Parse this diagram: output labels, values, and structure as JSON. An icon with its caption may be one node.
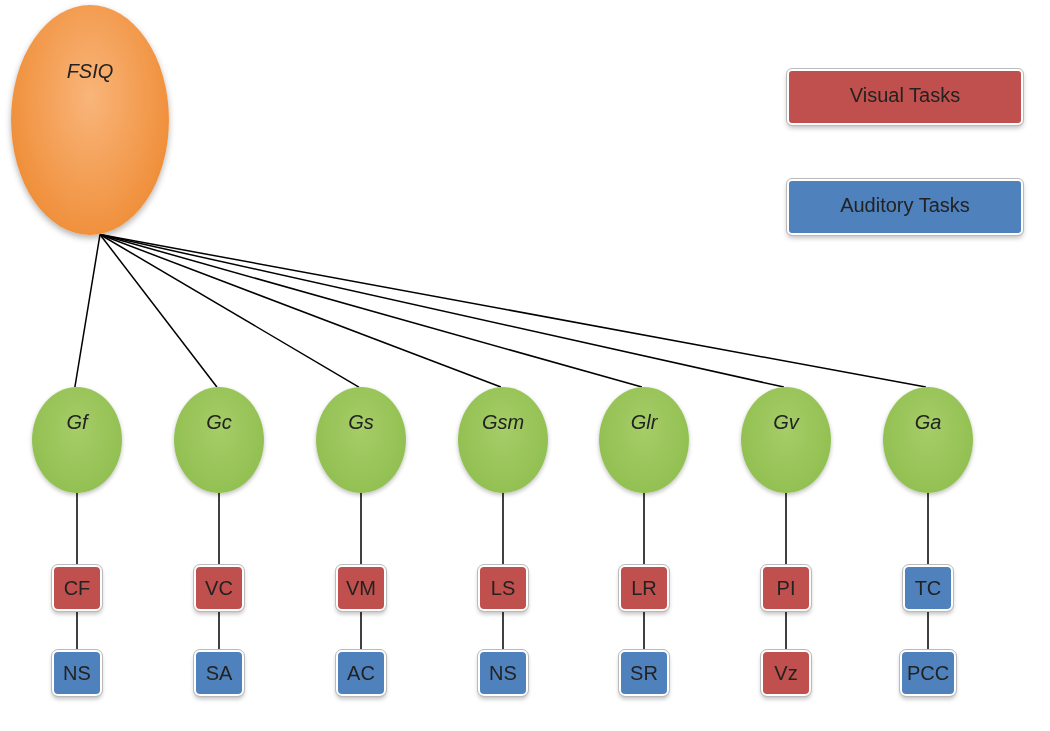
{
  "diagram": {
    "nodes": [
      {
        "text": [
          "FSIQ"
        ]
      },
      {
        "text": [
          "Gf"
        ]
      },
      {
        "text": [
          "Gc"
        ]
      },
      {
        "text": [
          "Gs"
        ]
      },
      {
        "text": [
          "Gsm"
        ]
      },
      {
        "text": [
          "Glr"
        ]
      },
      {
        "text": [
          "Gv"
        ]
      },
      {
        "text": [
          "Ga"
        ]
      },
      {
        "text": [
          "CF"
        ]
      },
      {
        "text": [
          "VC"
        ]
      },
      {
        "text": [
          "VM"
        ]
      },
      {
        "text": [
          "LS"
        ]
      },
      {
        "text": [
          "LR"
        ]
      },
      {
        "text": [
          "PI"
        ]
      },
      {
        "text": [
          "TC"
        ]
      },
      {
        "text": [
          "NS"
        ]
      },
      {
        "text": [
          "SA"
        ]
      },
      {
        "text": [
          "AC"
        ]
      },
      {
        "text": [
          "NS"
        ]
      },
      {
        "text": [
          "SR"
        ]
      },
      {
        "text": [
          "Vz"
        ]
      },
      {
        "text": [
          "PCC"
        ]
      }
    ],
    "edges": [
      {
        "from": 0,
        "to": 1,
        "arrow": "none"
      },
      {
        "from": 0,
        "to": 2,
        "arrow": "none"
      },
      {
        "from": 0,
        "to": 3,
        "arrow": "none"
      },
      {
        "from": 0,
        "to": 4,
        "arrow": "none"
      },
      {
        "from": 0,
        "to": 5,
        "arrow": "none"
      },
      {
        "from": 0,
        "to": 6,
        "arrow": "none"
      },
      {
        "from": 0,
        "to": 7,
        "arrow": "none"
      },
      {
        "from": 1,
        "to": 8,
        "arrow": "none"
      },
      {
        "from": 2,
        "to": 9,
        "arrow": "none"
      },
      {
        "from": 3,
        "to": 10,
        "arrow": "none"
      },
      {
        "from": 4,
        "to": 11,
        "arrow": "none"
      },
      {
        "from": 5,
        "to": 12,
        "arrow": "none"
      },
      {
        "from": 6,
        "to": 13,
        "arrow": "none"
      },
      {
        "from": 7,
        "to": 14,
        "arrow": "none"
      },
      {
        "from": 8,
        "to": 15,
        "arrow": "none"
      },
      {
        "from": 9,
        "to": 16,
        "arrow": "none"
      },
      {
        "from": 10,
        "to": 17,
        "arrow": "none"
      },
      {
        "from": 11,
        "to": 18,
        "arrow": "none"
      },
      {
        "from": 12,
        "to": 19,
        "arrow": "none"
      },
      {
        "from": 13,
        "to": 20,
        "arrow": "none"
      },
      {
        "from": 14,
        "to": 21,
        "arrow": "none"
      }
    ],
    "legend": [
      {
        "text": "Visual Tasks",
        "color": "#c0504d"
      },
      {
        "text": "Auditory Tasks",
        "color": "#4f81bd"
      }
    ]
  }
}
